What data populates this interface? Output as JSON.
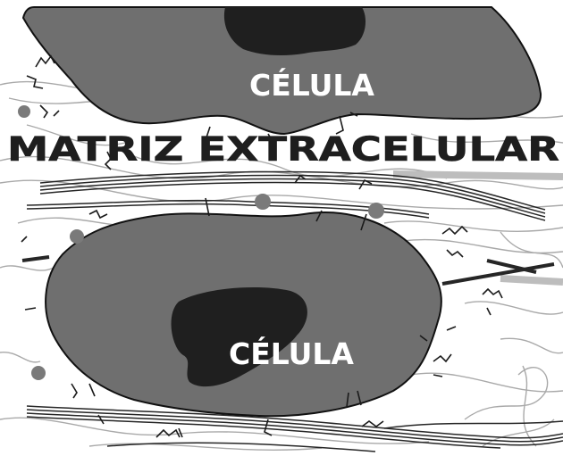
{
  "labels": {
    "top_cell": "CÉLULA",
    "matrix": "MATRIZ EXTRACELULAR",
    "bottom_cell": "CÉLULA"
  },
  "colors": {
    "background": "#ffffff",
    "cell_cytoplasm": "#6f6f6f",
    "cell_nucleus": "#1f1f1f",
    "outline": "#111111",
    "fiber_gray": "#b9b9b9",
    "fiber_dark": "#262626",
    "dot": "#7a7a7a"
  }
}
